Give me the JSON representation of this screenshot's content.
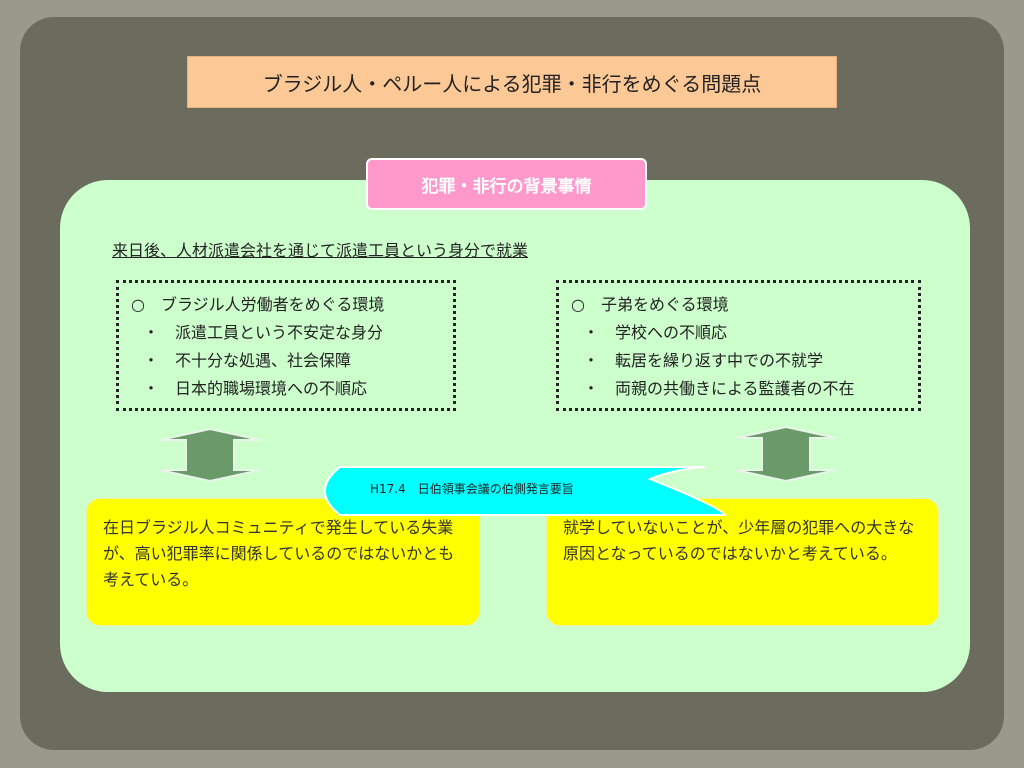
{
  "title": "ブラジル人・ペルー人による犯罪・非行をめぐる問題点",
  "tag": "犯罪・非行の背景事情",
  "context": "来日後、人材派遣会社を通じて派遣工員という身分で就業",
  "left_box": {
    "heading": "○　ブラジル人労働者をめぐる環境",
    "items": [
      "・　派遣工員という不安定な身分",
      "・　不十分な処遇、社会保障",
      "・　日本的職場環境への不順応"
    ]
  },
  "right_box": {
    "heading": "○　子弟をめぐる環境",
    "items": [
      "・　学校への不順応",
      "・　転居を繰り返す中での不就学",
      "・　両親の共働きによる監護者の不在"
    ]
  },
  "callout": "H17.4　日伯領事会議の伯側発言要旨",
  "left_statement": "在日ブラジル人コミュニティで発生している失業が、高い犯罪率に関係しているのではないかとも考えている。",
  "right_statement": "就学していないことが、少年層の犯罪への大きな原因となっているのではないかと考えている。",
  "colors": {
    "frame": "#6b6b5e",
    "title_bg": "#fcc896",
    "panel_bg": "#ccffcc",
    "tag_bg": "#ff99cc",
    "statement_bg": "#ffff00",
    "callout_bg": "#00ffff",
    "arrow_fill": "#6a9a6a"
  }
}
